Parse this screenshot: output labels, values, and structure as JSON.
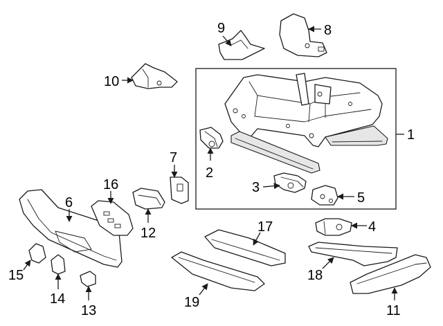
{
  "accent_color": "#1a1a1a",
  "callouts": [
    {
      "label": "1"
    },
    {
      "label": "2"
    },
    {
      "label": "3"
    },
    {
      "label": "4"
    },
    {
      "label": "5"
    },
    {
      "label": "6"
    },
    {
      "label": "7"
    },
    {
      "label": "8"
    },
    {
      "label": "9"
    },
    {
      "label": "10"
    },
    {
      "label": "11"
    },
    {
      "label": "12"
    },
    {
      "label": "13"
    },
    {
      "label": "14"
    },
    {
      "label": "15"
    },
    {
      "label": "16"
    },
    {
      "label": "17"
    },
    {
      "label": "18"
    },
    {
      "label": "19"
    }
  ]
}
